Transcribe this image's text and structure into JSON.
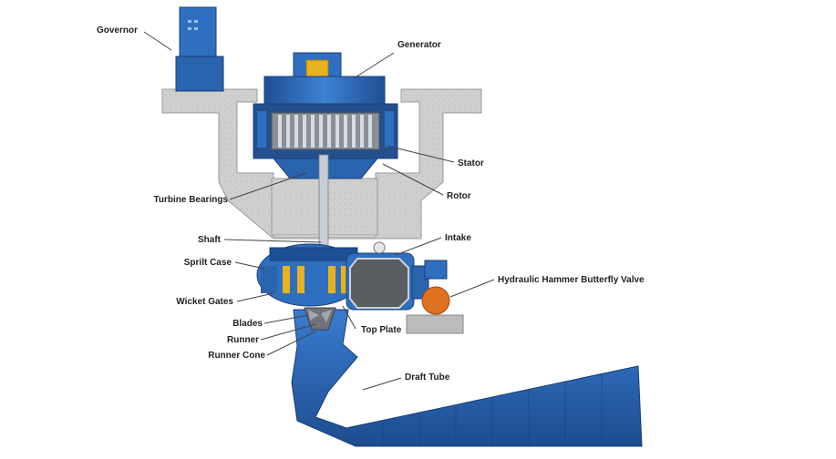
{
  "colors": {
    "machine_blue": "#2f6fbf",
    "machine_dark_blue": "#1f4f93",
    "concrete": "#c9c9c9",
    "concrete_dark": "#a9a9a9",
    "bearing_yellow": "#e8b21f",
    "valve_orange": "#e0711e",
    "label_text": "#222222",
    "leader_line": "#444444"
  },
  "labels": {
    "governor": "Governor",
    "generator": "Generator",
    "stator": "Stator",
    "rotor": "Rotor",
    "turbine_bearings": "Turbine Bearings",
    "shaft": "Shaft",
    "intake": "Intake",
    "spiral_case": "Sprilt Case",
    "butterfly_valve": "Hydraulic Hammer Butterfly Valve",
    "wicket_gates": "Wicket Gates",
    "blades": "Blades",
    "top_plate": "Top Plate",
    "runner": "Runner",
    "runner_cone": "Runner Cone",
    "draft_tube": "Draft Tube"
  }
}
